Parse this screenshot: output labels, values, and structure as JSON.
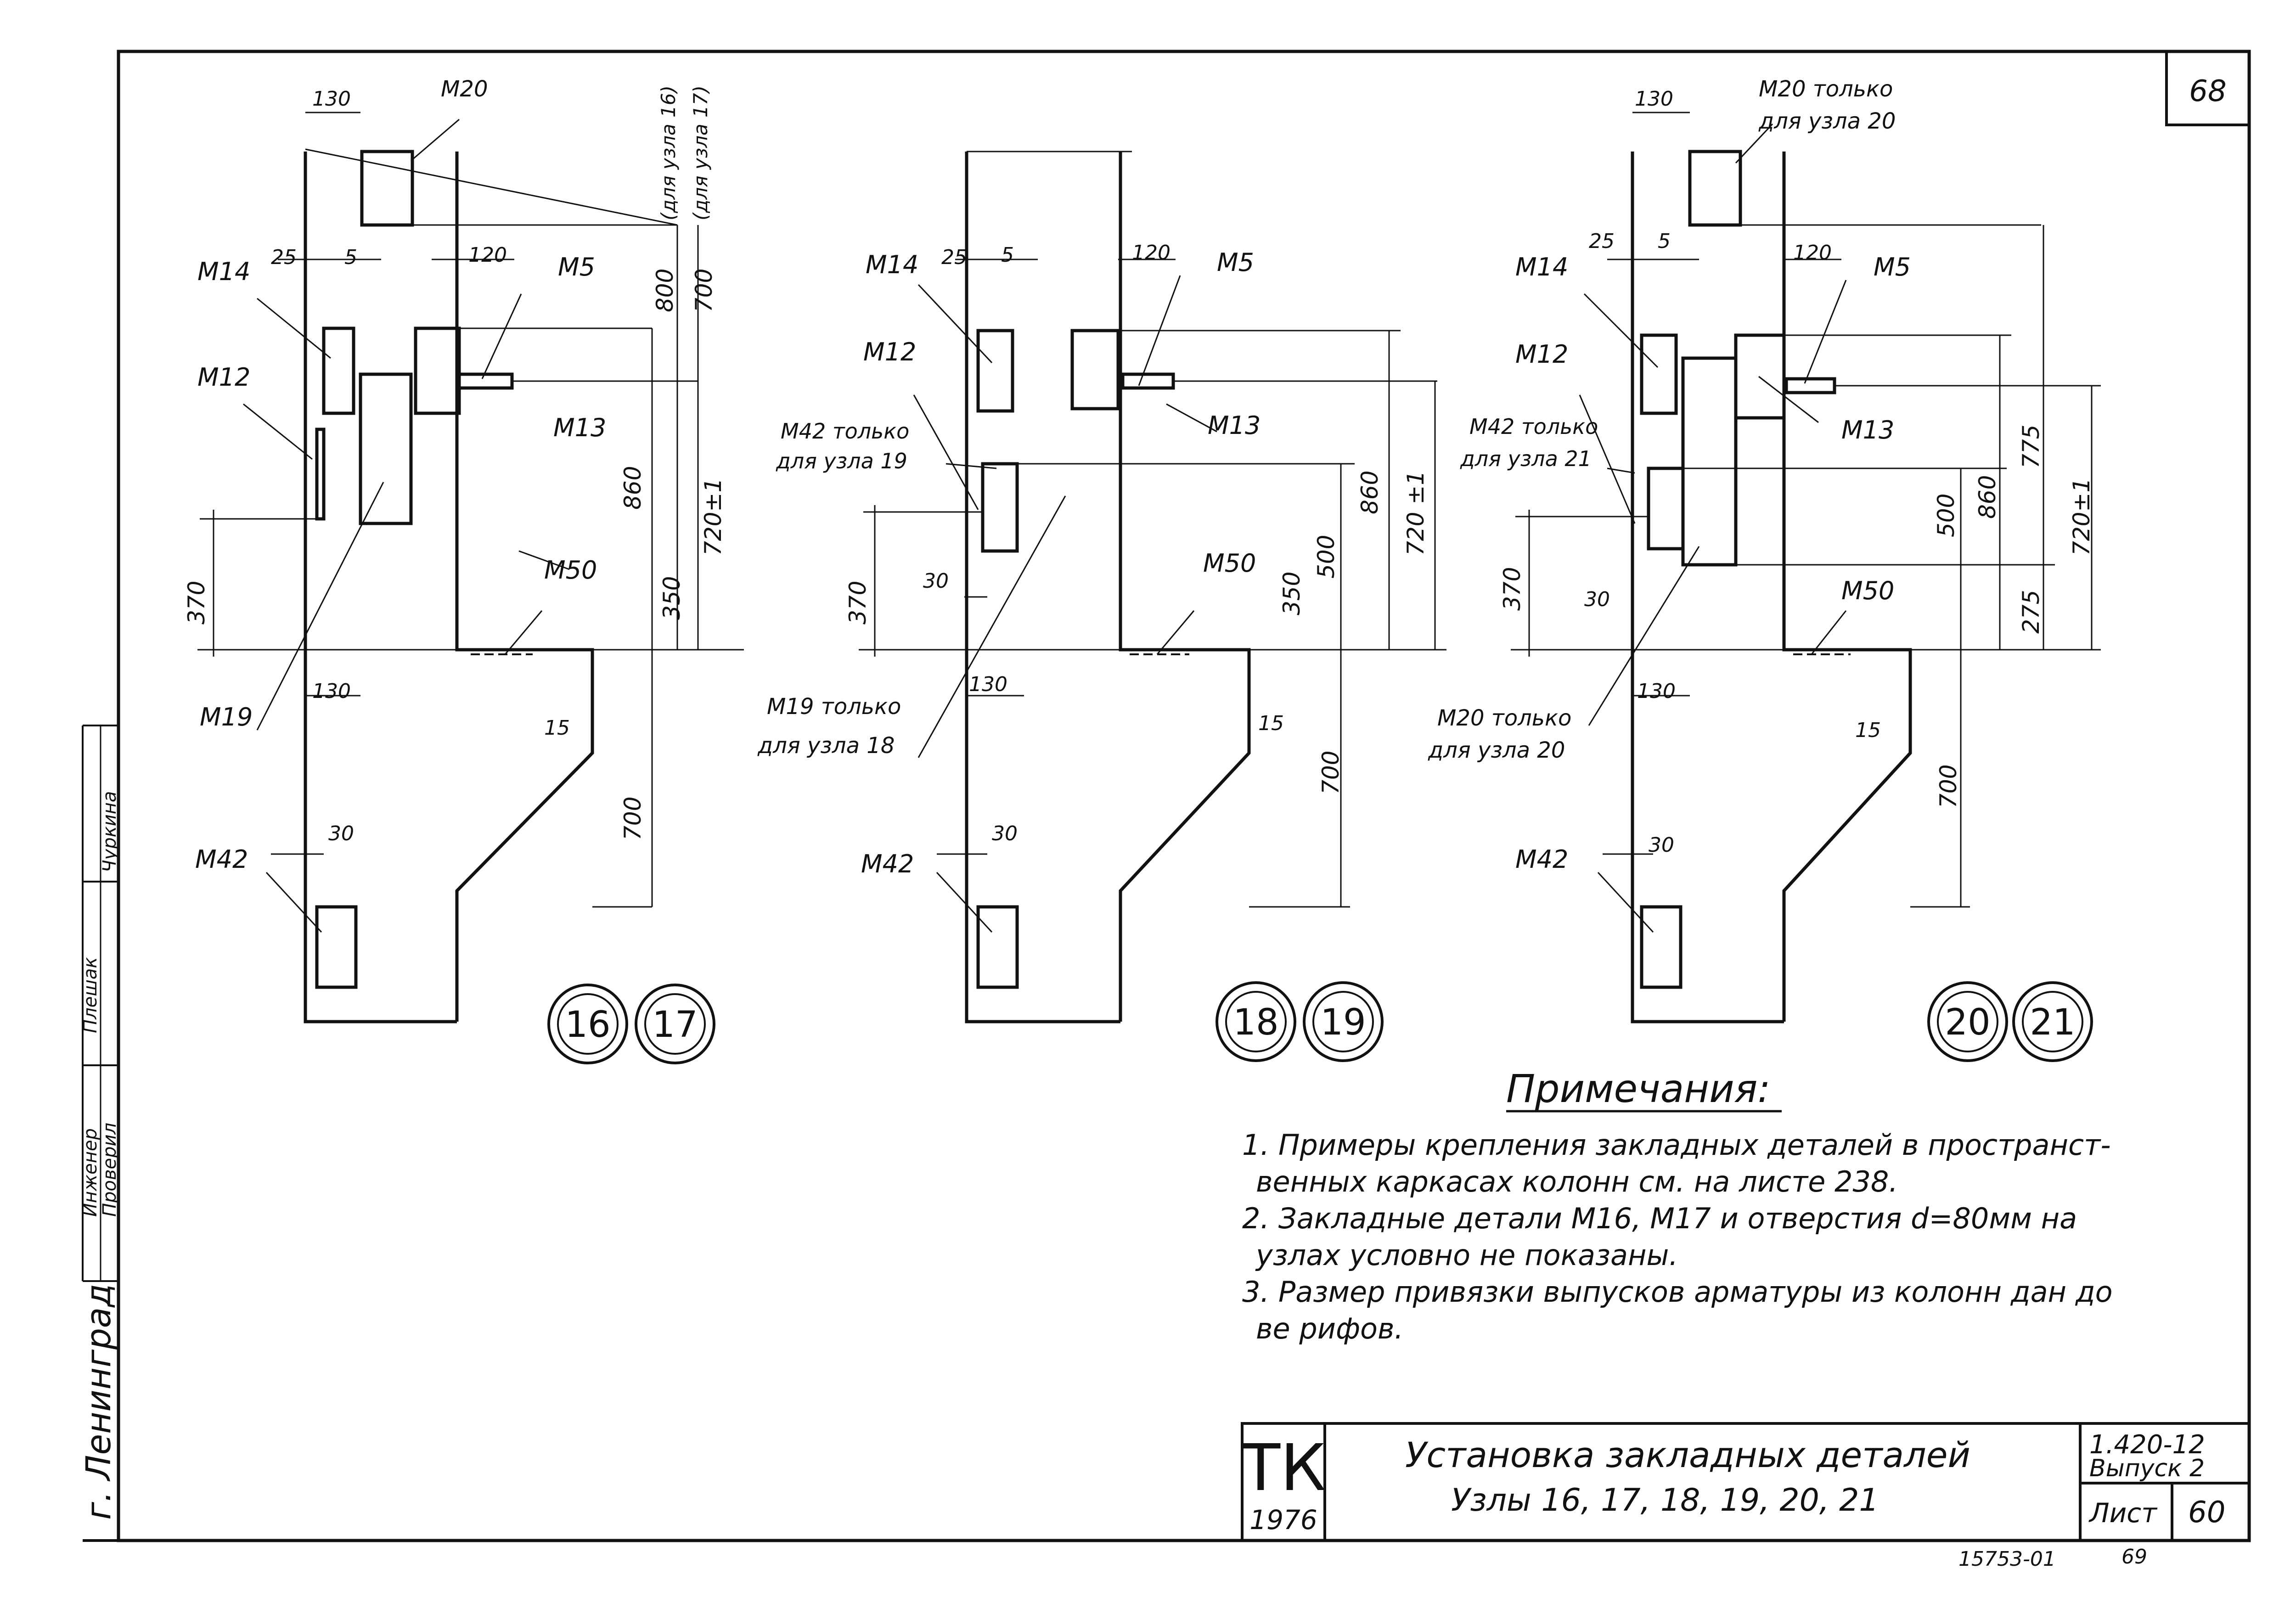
{
  "sheet_number": "68",
  "stamp": {
    "engineer_role": "Инженер",
    "engineer_sig": "Плешак",
    "checker_role": "Проверил",
    "checker_sig": "Чуркина",
    "city": "г. Ленинград"
  },
  "nodes": [
    {
      "ids": [
        "16",
        "17"
      ],
      "top_part": "М20",
      "dims": {
        "w130_top": "130",
        "d25": "25",
        "d5": "5",
        "d120": "120",
        "v800": "800",
        "v700_top": "700",
        "v860": "860",
        "v720": "720±1",
        "v370": "370",
        "v350": "350",
        "w130_bot": "130",
        "d15": "15",
        "v700_bot": "700",
        "d30": "30"
      },
      "top_notes": [
        "(для узла 16)",
        "(для узла 17)"
      ],
      "parts": {
        "m14": "М14",
        "m12": "М12",
        "m5": "М5",
        "m13": "М13",
        "m50": "М50",
        "m19": "М19",
        "m42": "М42"
      }
    },
    {
      "ids": [
        "18",
        "19"
      ],
      "dims": {
        "d25": "25",
        "d5": "5",
        "d120": "120",
        "v860": "860",
        "v720": "720 ±1",
        "v500": "500",
        "v370": "370",
        "v350": "350",
        "d30a": "30",
        "w130_bot": "130",
        "d15": "15",
        "v700": "700",
        "d30b": "30"
      },
      "parts": {
        "m14": "М14",
        "m12": "М12",
        "m5": "М5",
        "m13": "М13",
        "m42a_line1": "М42 только",
        "m42a_line2": "для узла 19",
        "m50": "М50",
        "m19_line1": "М19 только",
        "m19_line2": "для узла 18",
        "m42": "М42"
      }
    },
    {
      "ids": [
        "20",
        "21"
      ],
      "top_part_line1": "М20 только",
      "top_part_line2": "для узла 20",
      "dims": {
        "w130_top": "130",
        "d25": "25",
        "d5": "5",
        "d120": "120",
        "v775": "775",
        "v720": "720±1",
        "v860": "860",
        "v500": "500",
        "v275": "275",
        "v370": "370",
        "d30a": "30",
        "w130_bot": "130",
        "d15": "15",
        "v700": "700",
        "d30b": "30"
      },
      "parts": {
        "m14": "М14",
        "m12": "М12",
        "m5": "М5",
        "m13": "М13",
        "m42a_line1": "М42 только",
        "m42a_line2": "для узла 21",
        "m50": "М50",
        "m20b_line1": "М20 только",
        "m20b_line2": "для узла 20",
        "m42": "М42"
      }
    }
  ],
  "notes": {
    "heading": "Примечания:",
    "lines": [
      "1. Примеры крепления закладных деталей в пространст-",
      "венных каркасах колонн см. на листе 238.",
      "2. Закладные детали М16, М17 и отверстия d=80мм на",
      "узлах условно не показаны.",
      "3. Размер привязки выпусков арматуры из колонн дан до",
      "ве рифов."
    ]
  },
  "title_block": {
    "org": "ТК",
    "year": "1976",
    "title_line1": "Установка закладных деталей",
    "title_line2": "Узлы 16, 17, 18, 19, 20, 21",
    "series": "1.420-12",
    "issue": "Выпуск 2",
    "sheet_label": "Лист",
    "sheet_value": "60"
  },
  "footer": {
    "order_no": "15753-01",
    "page_no": "69"
  }
}
